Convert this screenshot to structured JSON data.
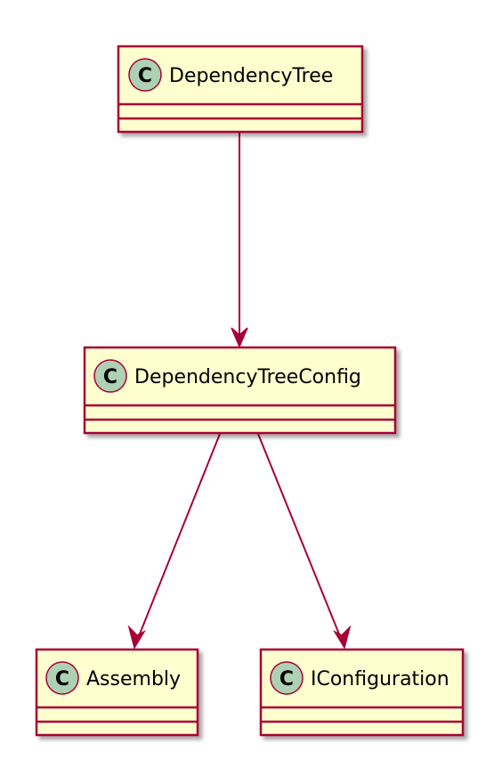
{
  "diagram": {
    "type": "uml-class-diagram",
    "colors": {
      "box_fill": "#FEFECE",
      "box_stroke": "#A80036",
      "icon_fill": "#ADD1B2",
      "arrow": "#A80036"
    },
    "classes": [
      {
        "id": "dependency-tree",
        "stereotype_letter": "C",
        "name": "DependencyTree"
      },
      {
        "id": "dependency-tree-config",
        "stereotype_letter": "C",
        "name": "DependencyTreeConfig"
      },
      {
        "id": "assembly",
        "stereotype_letter": "C",
        "name": "Assembly"
      },
      {
        "id": "iconfiguration",
        "stereotype_letter": "C",
        "name": "IConfiguration"
      }
    ],
    "relations": [
      {
        "from": "dependency-tree",
        "to": "dependency-tree-config",
        "kind": "association"
      },
      {
        "from": "dependency-tree-config",
        "to": "assembly",
        "kind": "association"
      },
      {
        "from": "dependency-tree-config",
        "to": "iconfiguration",
        "kind": "association"
      }
    ]
  }
}
